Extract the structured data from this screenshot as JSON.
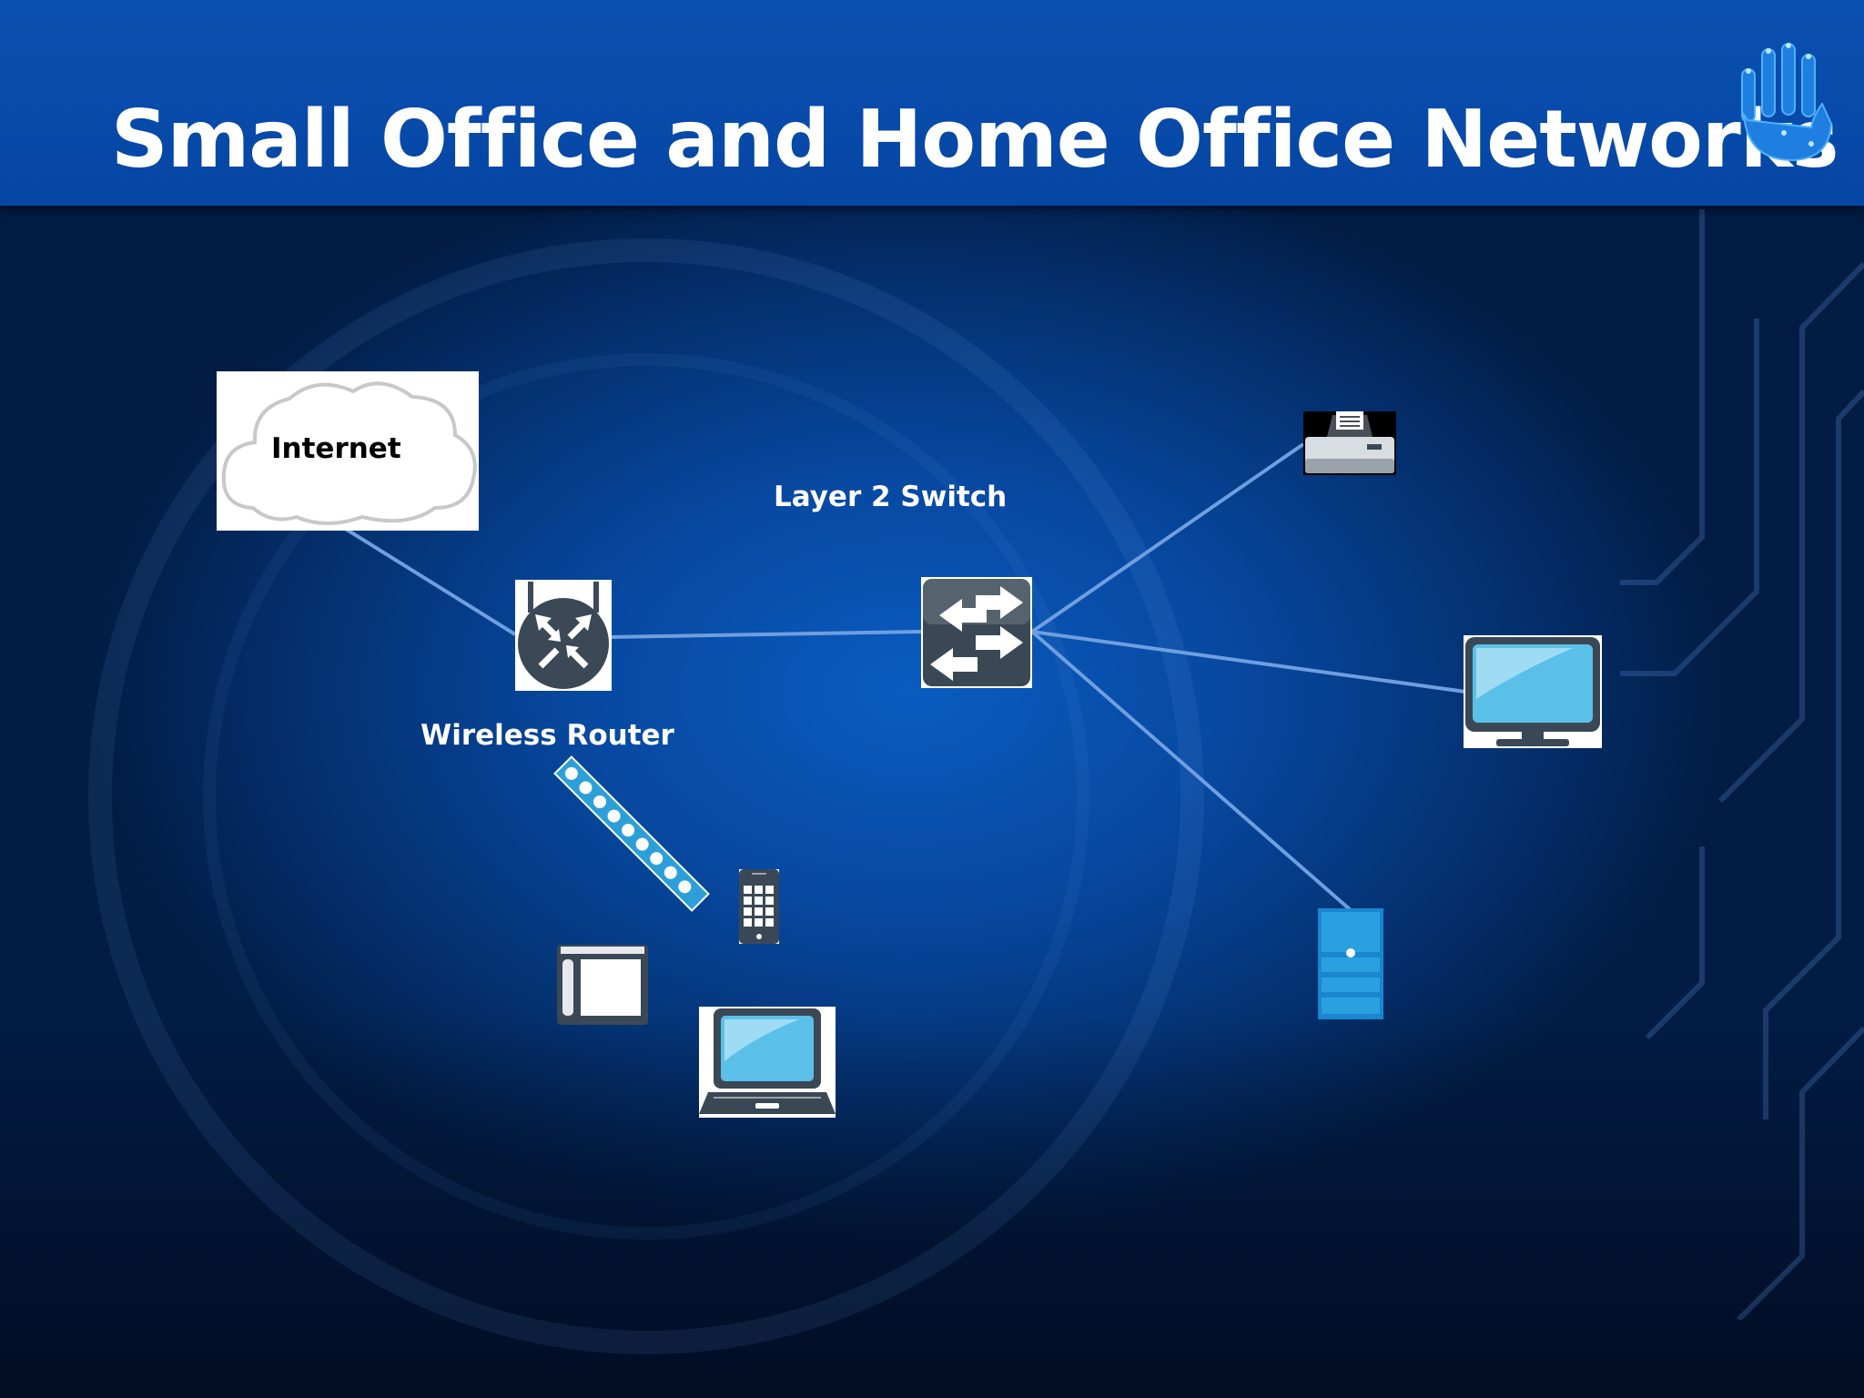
{
  "slide": {
    "title": "Small Office and Home Office Networks"
  },
  "diagram": {
    "internet_label": "Internet",
    "switch_label": "Layer 2 Switch",
    "router_label": "Wireless Router",
    "nodes": [
      {
        "id": "internet",
        "type": "cloud"
      },
      {
        "id": "wireless-router",
        "type": "router"
      },
      {
        "id": "layer2-switch",
        "type": "switch"
      },
      {
        "id": "printer",
        "type": "printer"
      },
      {
        "id": "desktop-monitor",
        "type": "monitor"
      },
      {
        "id": "server",
        "type": "server"
      },
      {
        "id": "smartphone",
        "type": "phone"
      },
      {
        "id": "tablet",
        "type": "tablet"
      },
      {
        "id": "laptop",
        "type": "laptop"
      }
    ],
    "links": [
      {
        "from": "internet",
        "to": "wireless-router",
        "kind": "wired"
      },
      {
        "from": "wireless-router",
        "to": "layer2-switch",
        "kind": "wired"
      },
      {
        "from": "layer2-switch",
        "to": "printer",
        "kind": "wired"
      },
      {
        "from": "layer2-switch",
        "to": "desktop-monitor",
        "kind": "wired"
      },
      {
        "from": "layer2-switch",
        "to": "server",
        "kind": "wired"
      },
      {
        "from": "wireless-router",
        "to": "wireless-clients",
        "kind": "wireless"
      }
    ]
  },
  "colors": {
    "header": "#0646a4",
    "background": "#0748a0",
    "link_line": "#6f9fe0",
    "device_dark": "#3a4a5a",
    "device_screen": "#5bc0e8"
  }
}
